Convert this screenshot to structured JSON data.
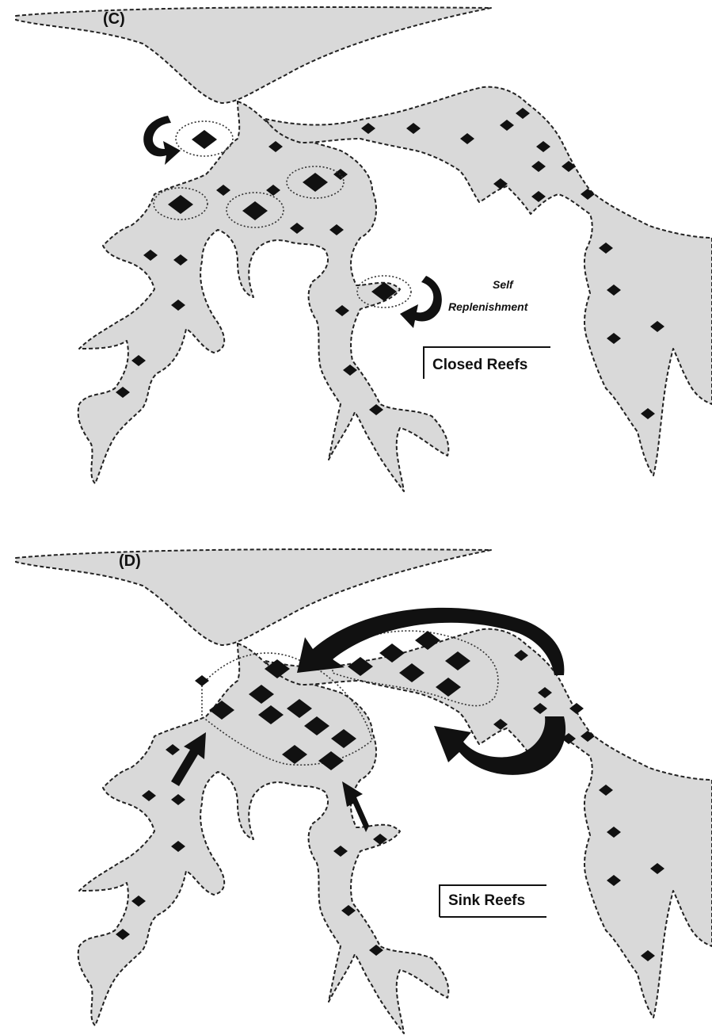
{
  "panels": [
    {
      "id": "C",
      "label": "(C)",
      "legend": "Closed Reefs",
      "annotation_line1": "Self",
      "annotation_line2": "Replenishment"
    },
    {
      "id": "D",
      "label": "(D)",
      "legend": "Sink Reefs"
    }
  ],
  "colors": {
    "land": "#d9d9d9",
    "reef": "#111111",
    "outline": "#222222",
    "background": "#ffffff"
  },
  "icons": [
    "reef-diamond-icon",
    "curved-arrow-icon",
    "straight-arrow-icon"
  ]
}
